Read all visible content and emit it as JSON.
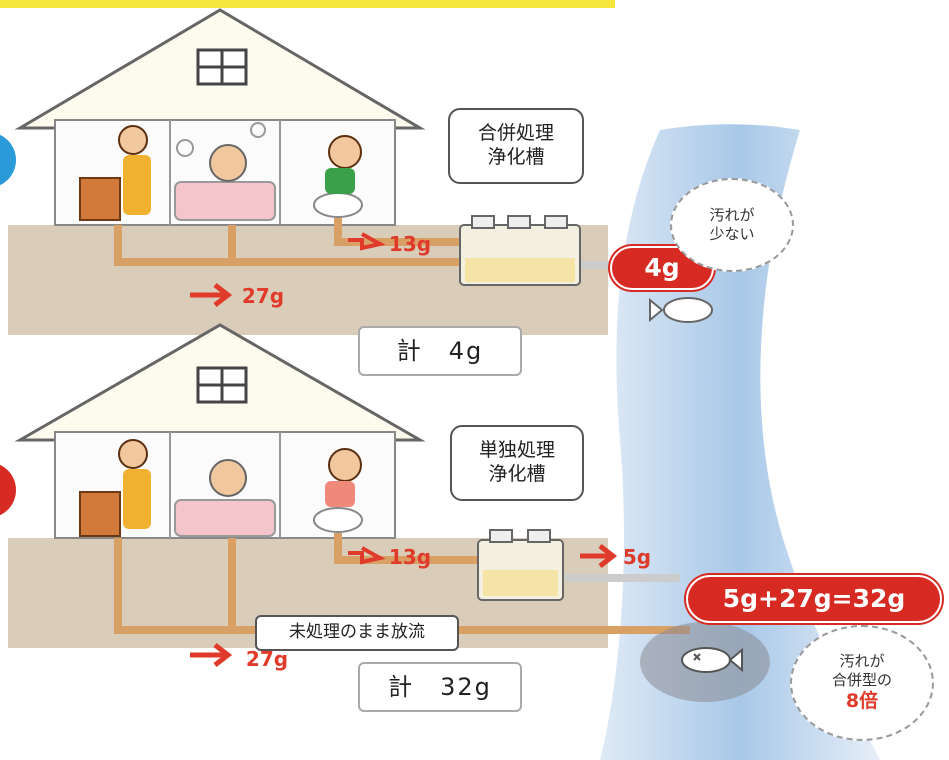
{
  "colors": {
    "ground": "#d9cdb9",
    "pipe": "#d9a066",
    "river": "#a8c8e8",
    "accent_red": "#d62a22",
    "house_roof": "#fdfaee",
    "top_banner": "#f5e63c"
  },
  "top_system": {
    "tank_label_line1": "合併処理",
    "tank_label_line2": "浄化槽",
    "flow_toilet": "13g",
    "flow_graywater": "27g",
    "river_load": "4g",
    "total": "計　4g",
    "comment_line1": "汚れが",
    "comment_line2": "少ない"
  },
  "bottom_system": {
    "tank_label_line1": "単独処理",
    "tank_label_line2": "浄化槽",
    "flow_toilet": "13g",
    "flow_treated": "5g",
    "flow_graywater": "27g",
    "untreated_label": "未処理のまま放流",
    "river_load": "5g+27g=32g",
    "total": "計　32g",
    "comment_line1": "汚れが",
    "comment_line2": "合併型の",
    "comment_highlight": "8倍"
  }
}
